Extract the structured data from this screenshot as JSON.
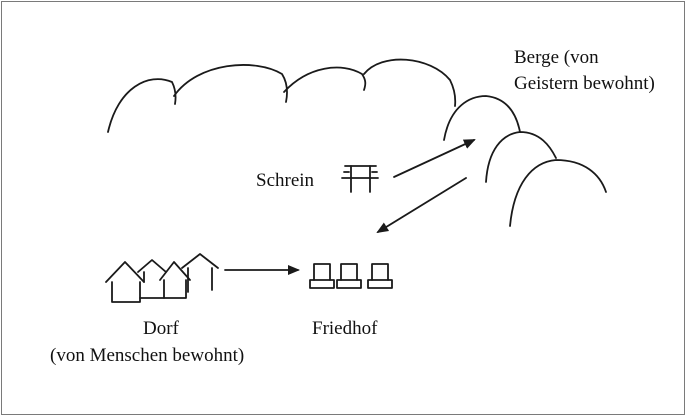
{
  "labels": {
    "berge_line1": "Berge (von",
    "berge_line2": "Geistern bewohnt)",
    "schrein": "Schrein",
    "dorf": "Dorf",
    "dorf_sub": "(von Menschen bewohnt)",
    "friedhof": "Friedhof"
  },
  "icons": {
    "mountains": "mountains-icon",
    "shrine": "torii-icon",
    "village": "houses-icon",
    "cemetery": "gravestones-icon"
  },
  "colors": {
    "ink": "#1a1a1a",
    "border": "#7a7a7a",
    "background": "#ffffff"
  }
}
